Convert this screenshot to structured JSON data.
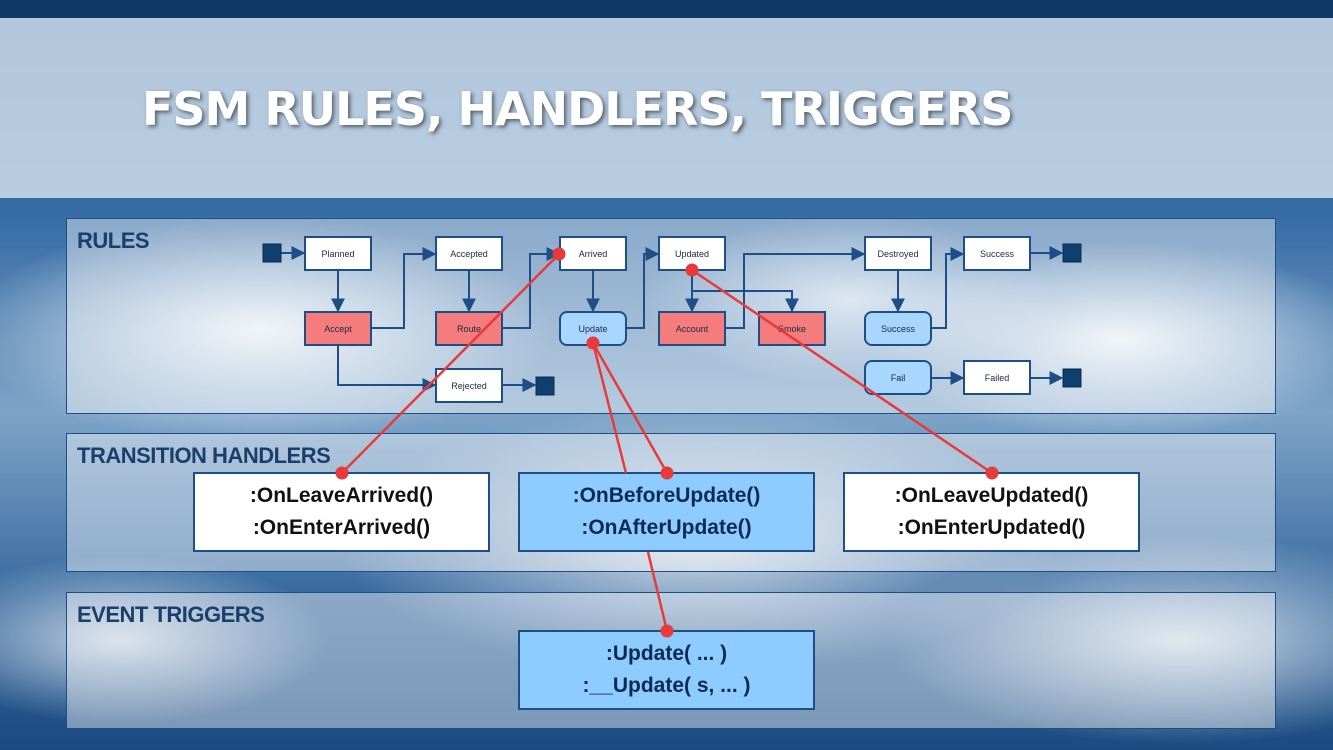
{
  "title": "FSM RULES, HANDLERS, TRIGGERS",
  "panels": {
    "rules": "RULES",
    "handlers": "TRANSITION HANDLERS",
    "triggers": "EVENT TRIGGERS"
  },
  "states": [
    {
      "id": "planned",
      "label": "Planned",
      "kind": "state"
    },
    {
      "id": "accepted",
      "label": "Accepted",
      "kind": "state"
    },
    {
      "id": "arrived",
      "label": "Arrived",
      "kind": "state"
    },
    {
      "id": "updated",
      "label": "Updated",
      "kind": "state"
    },
    {
      "id": "destroyed",
      "label": "Destroyed",
      "kind": "state"
    },
    {
      "id": "success_state",
      "label": "Success",
      "kind": "state"
    },
    {
      "id": "rejected",
      "label": "Rejected",
      "kind": "state"
    },
    {
      "id": "failed",
      "label": "Failed",
      "kind": "state"
    },
    {
      "id": "accept",
      "label": "Accept",
      "kind": "event-red"
    },
    {
      "id": "route",
      "label": "Route",
      "kind": "event-red"
    },
    {
      "id": "account",
      "label": "Account",
      "kind": "event-red"
    },
    {
      "id": "smoke",
      "label": "Smoke",
      "kind": "event-red"
    },
    {
      "id": "update",
      "label": "Update",
      "kind": "event-blue"
    },
    {
      "id": "success_event",
      "label": "Success",
      "kind": "event-blue"
    },
    {
      "id": "fail",
      "label": "Fail",
      "kind": "event-blue"
    }
  ],
  "handlers": [
    {
      "lines": [
        ":OnLeaveArrived()",
        ":OnEnterArrived()"
      ],
      "highlight": false
    },
    {
      "lines": [
        ":OnBeforeUpdate()",
        ":OnAfterUpdate()"
      ],
      "highlight": true
    },
    {
      "lines": [
        ":OnLeaveUpdated()",
        ":OnEnterUpdated()"
      ],
      "highlight": false
    }
  ],
  "triggers": [
    {
      "lines": [
        ":Update( ... )",
        ":__Update( s, ... )"
      ],
      "highlight": true
    }
  ],
  "colors": {
    "navy": "#1d4f86",
    "terminal": "#0f3f6e",
    "event_red": "#f57c7c",
    "event_blue": "#a9d6ff",
    "connector": "#e83a3a"
  }
}
